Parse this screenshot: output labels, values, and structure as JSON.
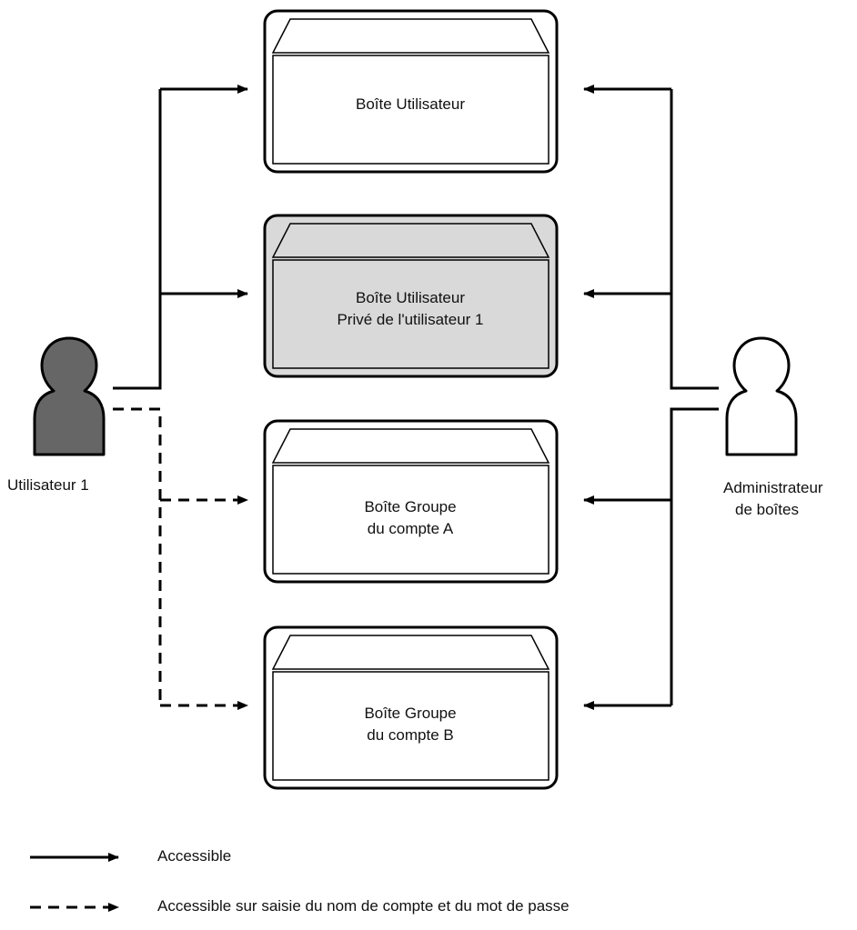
{
  "actors": {
    "user": {
      "label": "Utilisateur 1",
      "icon": "user-filled-icon",
      "color": "#666666"
    },
    "admin": {
      "label_line1": "Administrateur",
      "label_line2": "de boîtes",
      "icon": "user-outline-icon",
      "color": "#ffffff"
    }
  },
  "boxes": [
    {
      "id": "user-box",
      "line1": "Boîte Utilisateur",
      "line2": "",
      "fill": "#ffffff",
      "access": "solid"
    },
    {
      "id": "private-box",
      "line1": "Boîte Utilisateur",
      "line2": "Privé de l'utilisateur 1",
      "fill": "#d9d9d9",
      "access": "solid"
    },
    {
      "id": "group-a-box",
      "line1": "Boîte Groupe",
      "line2": "du compte A",
      "fill": "#ffffff",
      "access": "dashed"
    },
    {
      "id": "group-b-box",
      "line1": "Boîte Groupe",
      "line2": "du compte B",
      "fill": "#ffffff",
      "access": "dashed"
    }
  ],
  "legend": {
    "solid_label": "Accessible",
    "dashed_label": "Accessible sur saisie du nom de compte et du mot de passe"
  }
}
